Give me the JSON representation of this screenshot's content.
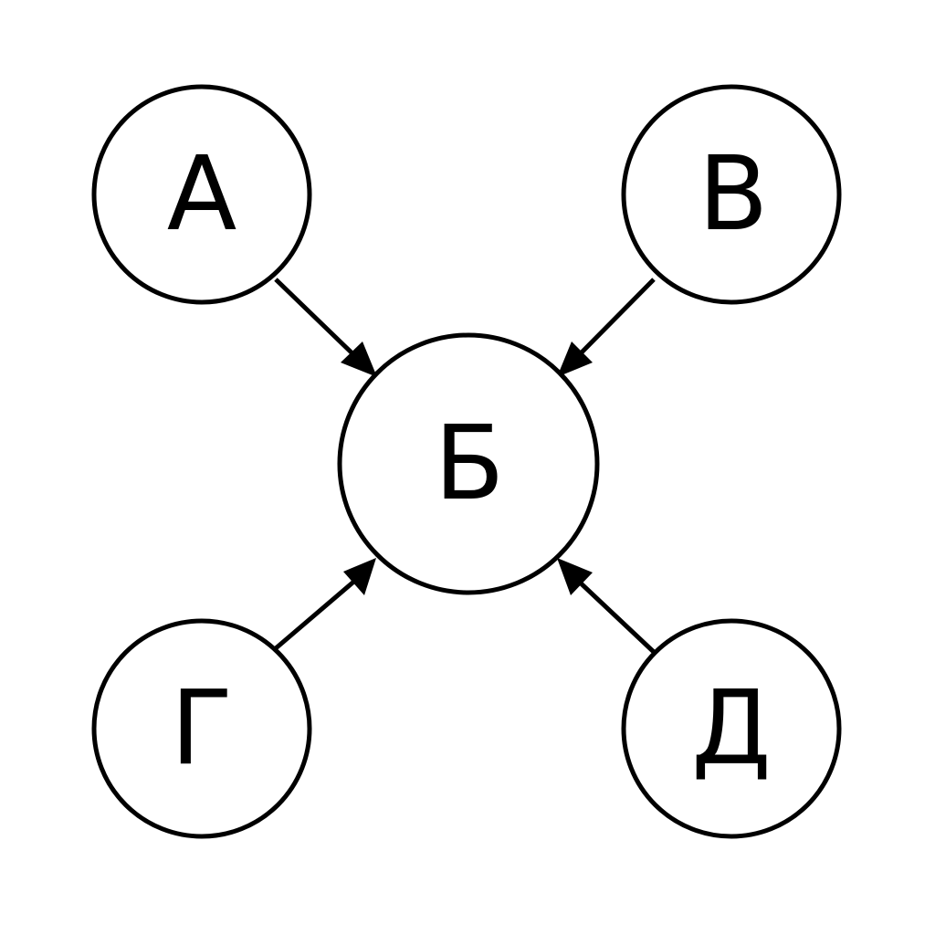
{
  "diagram": {
    "nodes": {
      "a": {
        "label": "А"
      },
      "b": {
        "label": "Б"
      },
      "v": {
        "label": "В"
      },
      "g": {
        "label": "Г"
      },
      "d": {
        "label": "Д"
      }
    },
    "edges": [
      {
        "from": "a",
        "to": "b"
      },
      {
        "from": "v",
        "to": "b"
      },
      {
        "from": "g",
        "to": "b"
      },
      {
        "from": "d",
        "to": "b"
      }
    ],
    "colors": {
      "stroke": "#000000",
      "background": "#ffffff"
    }
  }
}
